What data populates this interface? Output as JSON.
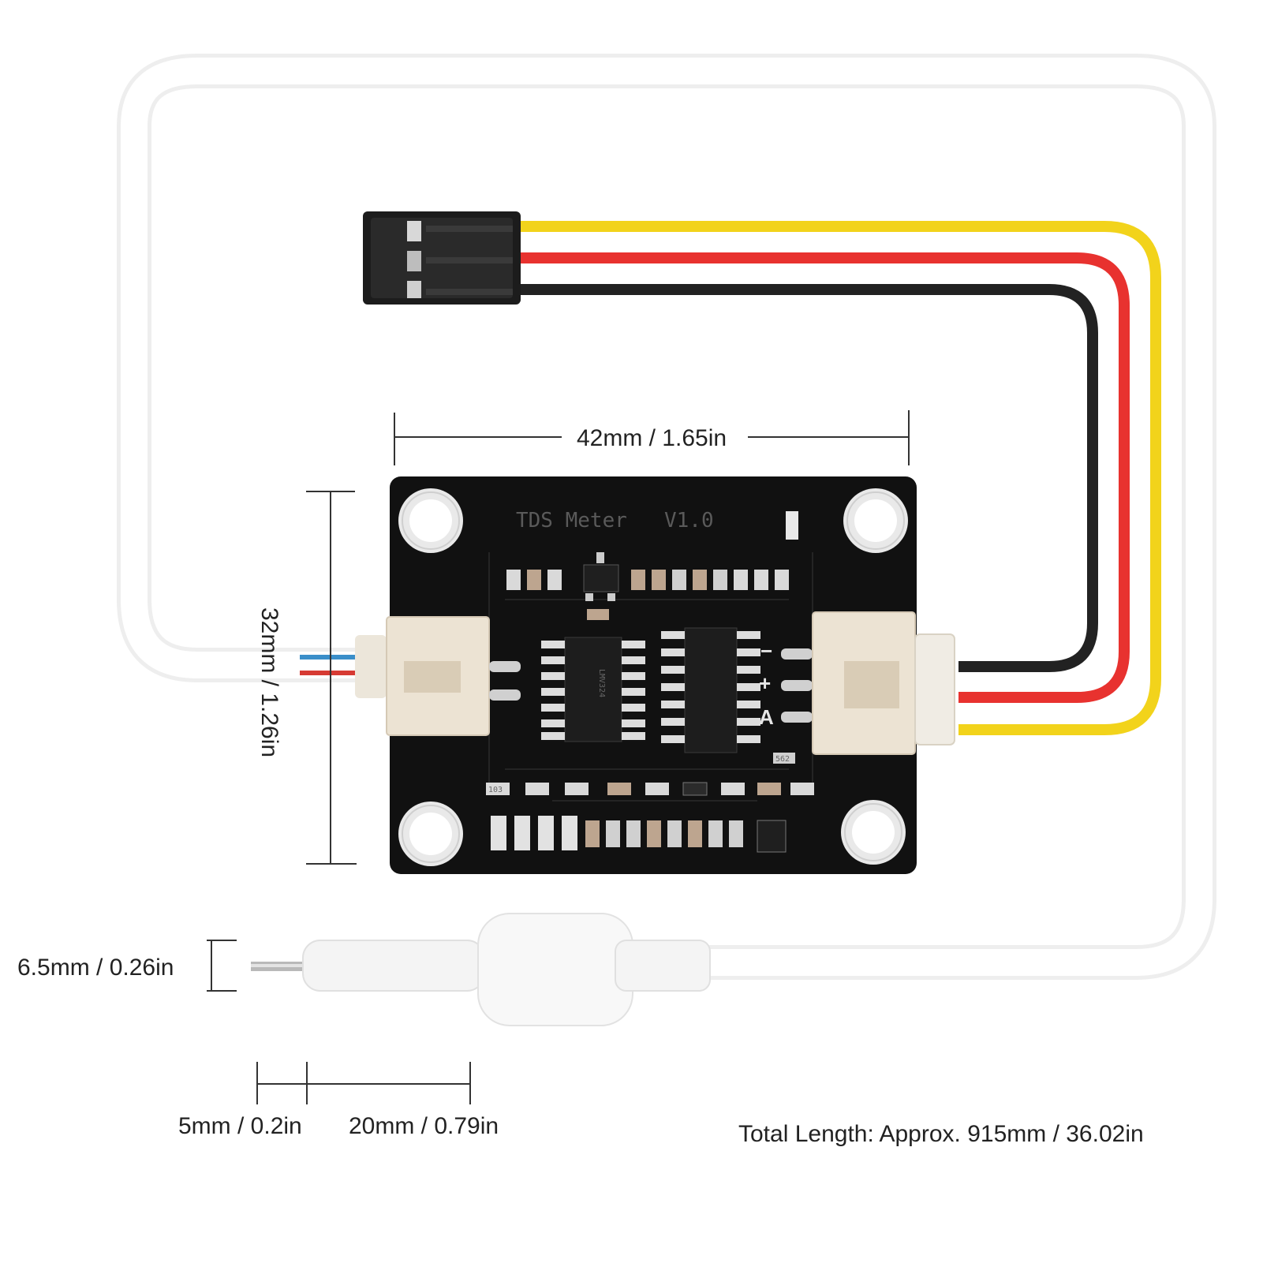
{
  "board": {
    "label_name": "TDS Meter",
    "label_version": "V1.0",
    "pins": {
      "minus": "−",
      "plus": "+",
      "analog": "A"
    },
    "chip_marks": [
      "LMV324",
      "103",
      "562"
    ]
  },
  "dimensions": {
    "board_width": "42mm / 1.65in",
    "board_height": "32mm / 1.26in",
    "probe_diameter": "6.5mm / 0.26in",
    "probe_tip_length": "5mm / 0.2in",
    "probe_body_length": "20mm / 0.79in",
    "total_length": "Total Length: Approx. 915mm / 36.02in"
  },
  "colors": {
    "background": "#ffffff",
    "pcb": "#111111",
    "probe_cable": "#f6f6f6",
    "wire_yellow": "#f2d31b",
    "wire_red": "#e8322f",
    "wire_black": "#222222",
    "connector": "#ece3d3",
    "dim_line": "#333333"
  }
}
